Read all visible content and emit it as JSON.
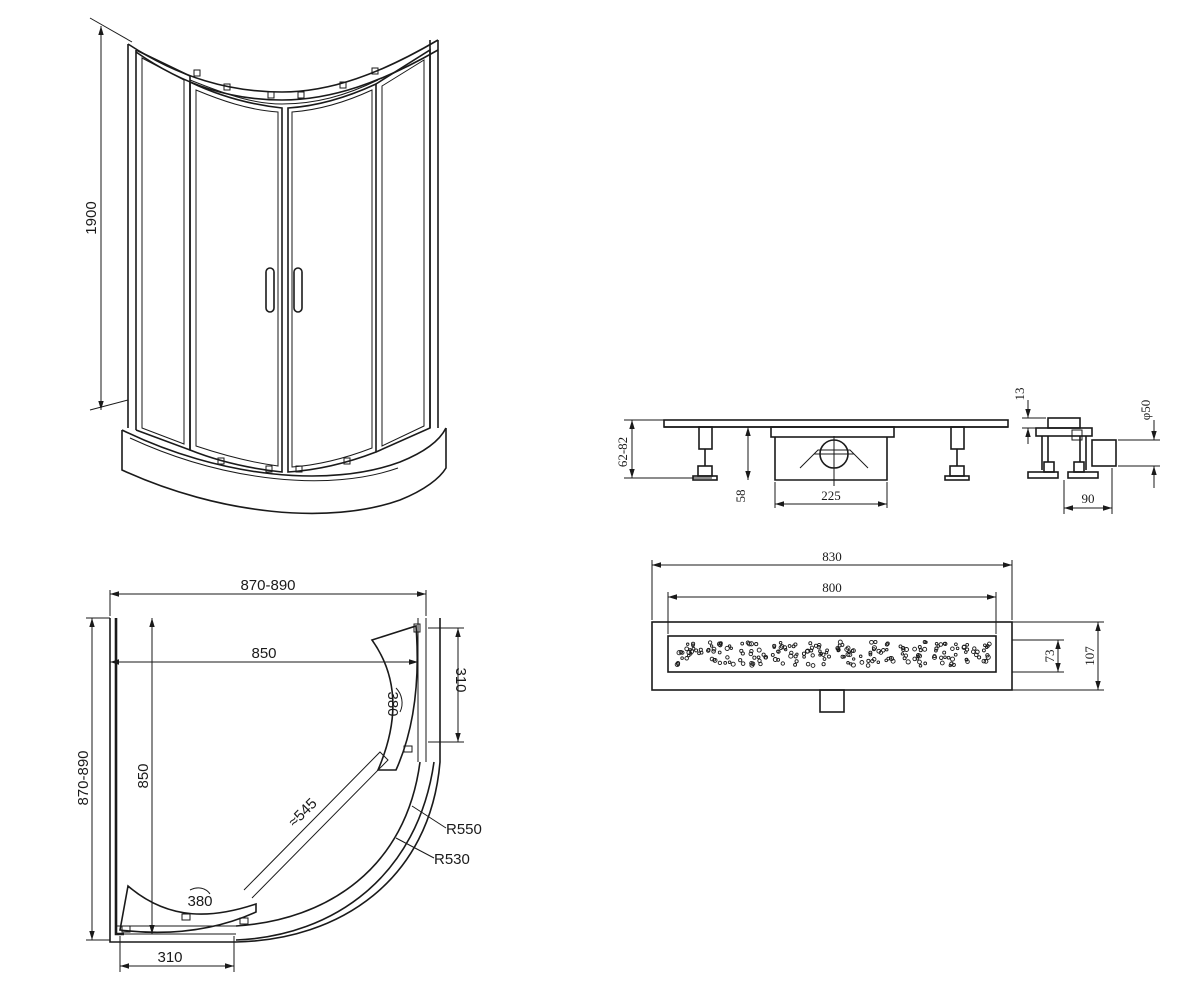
{
  "enclosure": {
    "height": "1900"
  },
  "plan": {
    "width_outer": "870-890",
    "width_inner": "850",
    "depth_outer": "870-890",
    "depth_inner": "850",
    "door_right": "310",
    "door_right_arc": "380",
    "door_bottom": "310",
    "door_bottom_arc": "380",
    "diagonal": "≈545",
    "radius_outer": "R550",
    "radius_inner": "R530"
  },
  "drain_side": {
    "height_range": "62-82",
    "trap_height": "58",
    "trap_width": "225",
    "top_thickness": "13",
    "outlet_diameter": "φ50",
    "end_width": "90"
  },
  "drain_top": {
    "length_outer": "830",
    "length_inner": "800",
    "width_inner": "73",
    "width_outer": "107"
  }
}
